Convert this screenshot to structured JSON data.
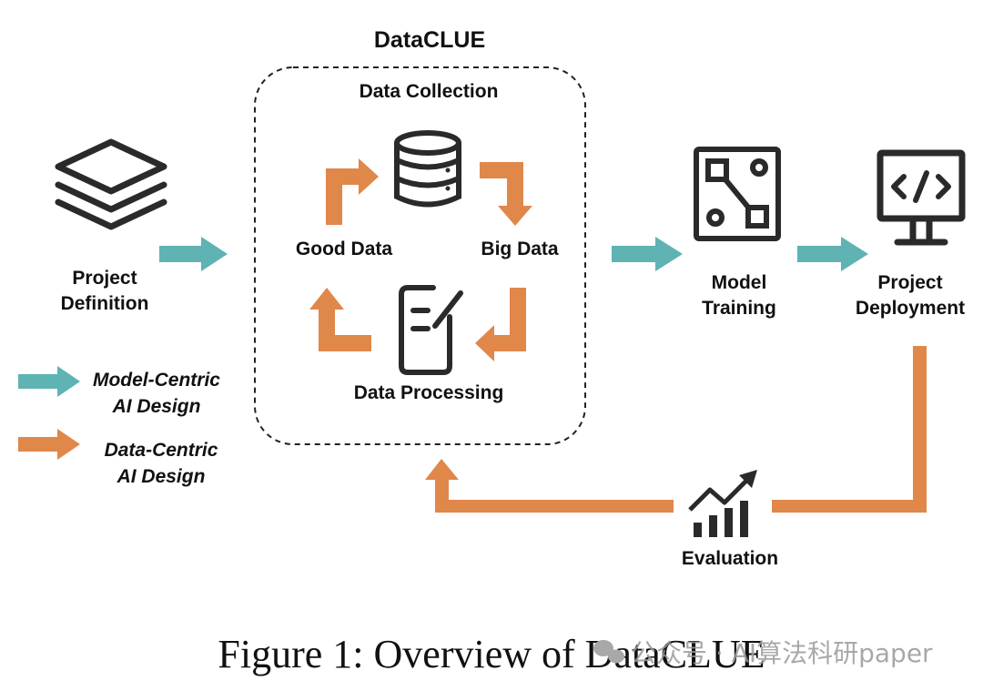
{
  "diagram": {
    "title": "DataCLUE",
    "collection_label": "Data Collection",
    "good_data_label": "Good Data",
    "big_data_label": "Big Data",
    "processing_label": "Data Processing",
    "project_definition_line1": "Project",
    "project_definition_line2": "Definition",
    "model_training_line1": "Model",
    "model_training_line2": "Training",
    "project_deployment_line1": "Project",
    "project_deployment_line2": "Deployment",
    "evaluation_label": "Evaluation",
    "legend": [
      {
        "line1": "Model-Centric",
        "line2": "AI Design",
        "color": "#5fb3b3"
      },
      {
        "line1": "Data-Centric",
        "line2": "AI Design",
        "color": "#e0874a"
      }
    ]
  },
  "caption": "Figure 1: Overview of DataCLUE",
  "watermark": "公众号 · AI算法科研paper",
  "colors": {
    "teal": "#5fb3b3",
    "orange": "#e0874a",
    "icon": "#2a2a2a"
  },
  "icons": [
    "layers-icon",
    "database-icon",
    "document-edit-icon",
    "network-diagram-icon",
    "code-monitor-icon",
    "growth-chart-icon"
  ]
}
